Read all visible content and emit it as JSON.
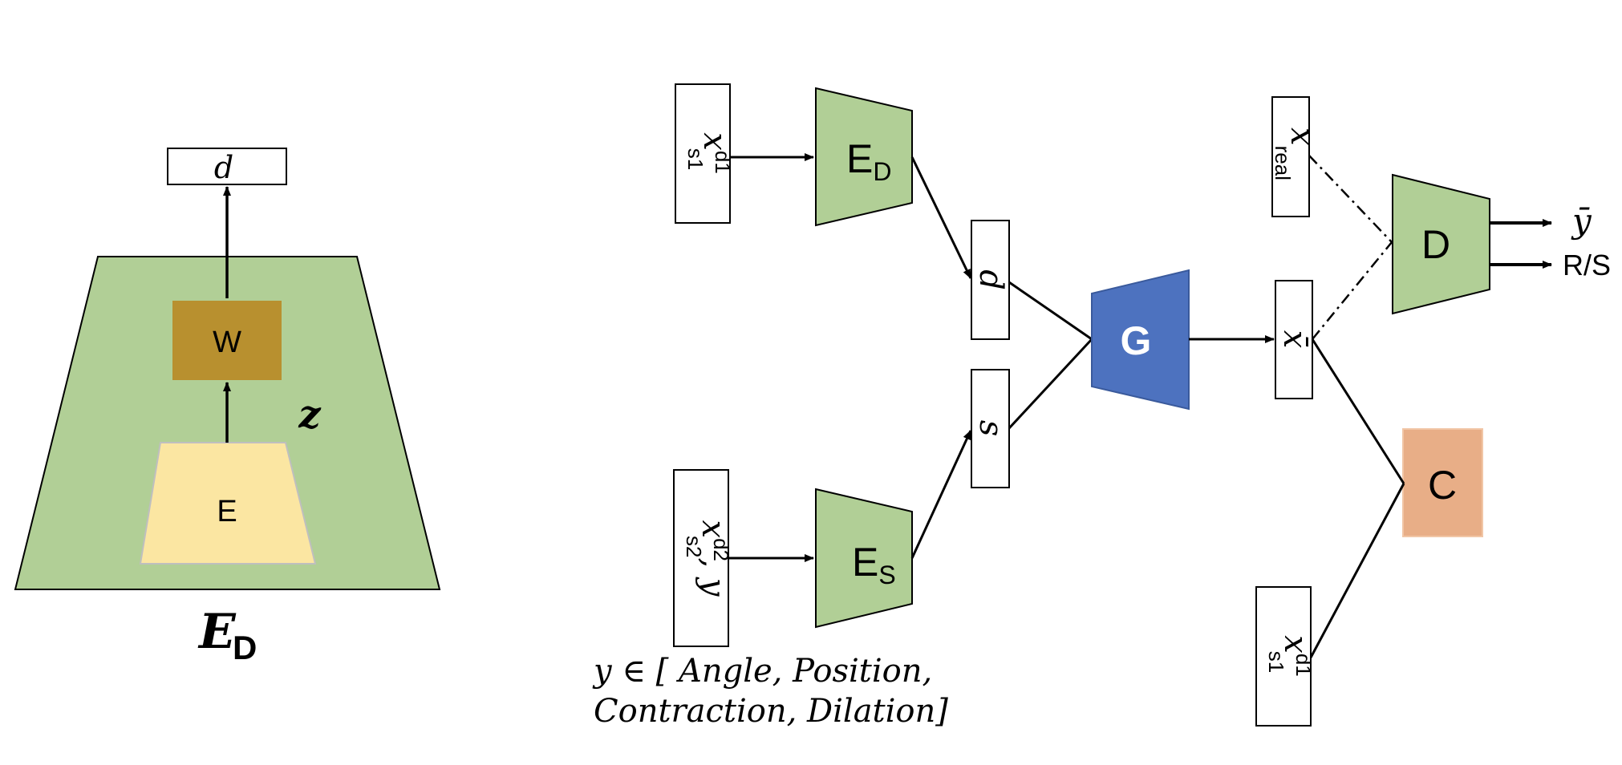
{
  "colors": {
    "green": "#b1cf96",
    "gold": "#b8902f",
    "yellow": "#fbe6a2",
    "blue": "#4d72bf",
    "orange": "#e8ae87",
    "black": "#000000",
    "white": "#ffffff"
  },
  "left": {
    "d_label": "d",
    "w_label": "W",
    "e_label": "E",
    "z_label": "z",
    "caption_main": "E",
    "caption_sub": "D"
  },
  "inputs": {
    "x1_main": "x",
    "x1_sup": "d1",
    "x1_sub": "s1",
    "x2_main": "x",
    "x2_sup": "d2",
    "x2_sub": "s2",
    "x2_suffix": ", y",
    "xreal_main": "x",
    "xreal_sub": "real",
    "x3_main": "x",
    "x3_sup": "d1",
    "x3_sub": "s1"
  },
  "latents": {
    "d_label": "d",
    "s_label": "s",
    "xhat_label": "x̄"
  },
  "blocks": {
    "ed_main": "E",
    "ed_sub": "D",
    "es_main": "E",
    "es_sub": "S",
    "g_label": "G",
    "d_label": "D",
    "c_label": "C"
  },
  "outputs": {
    "ybar_label": "ȳ",
    "rs_label": "R/S"
  },
  "footnote": {
    "line1": "y  ∈ [ Angle, Position,",
    "line2": "Contraction, Dilation]"
  }
}
